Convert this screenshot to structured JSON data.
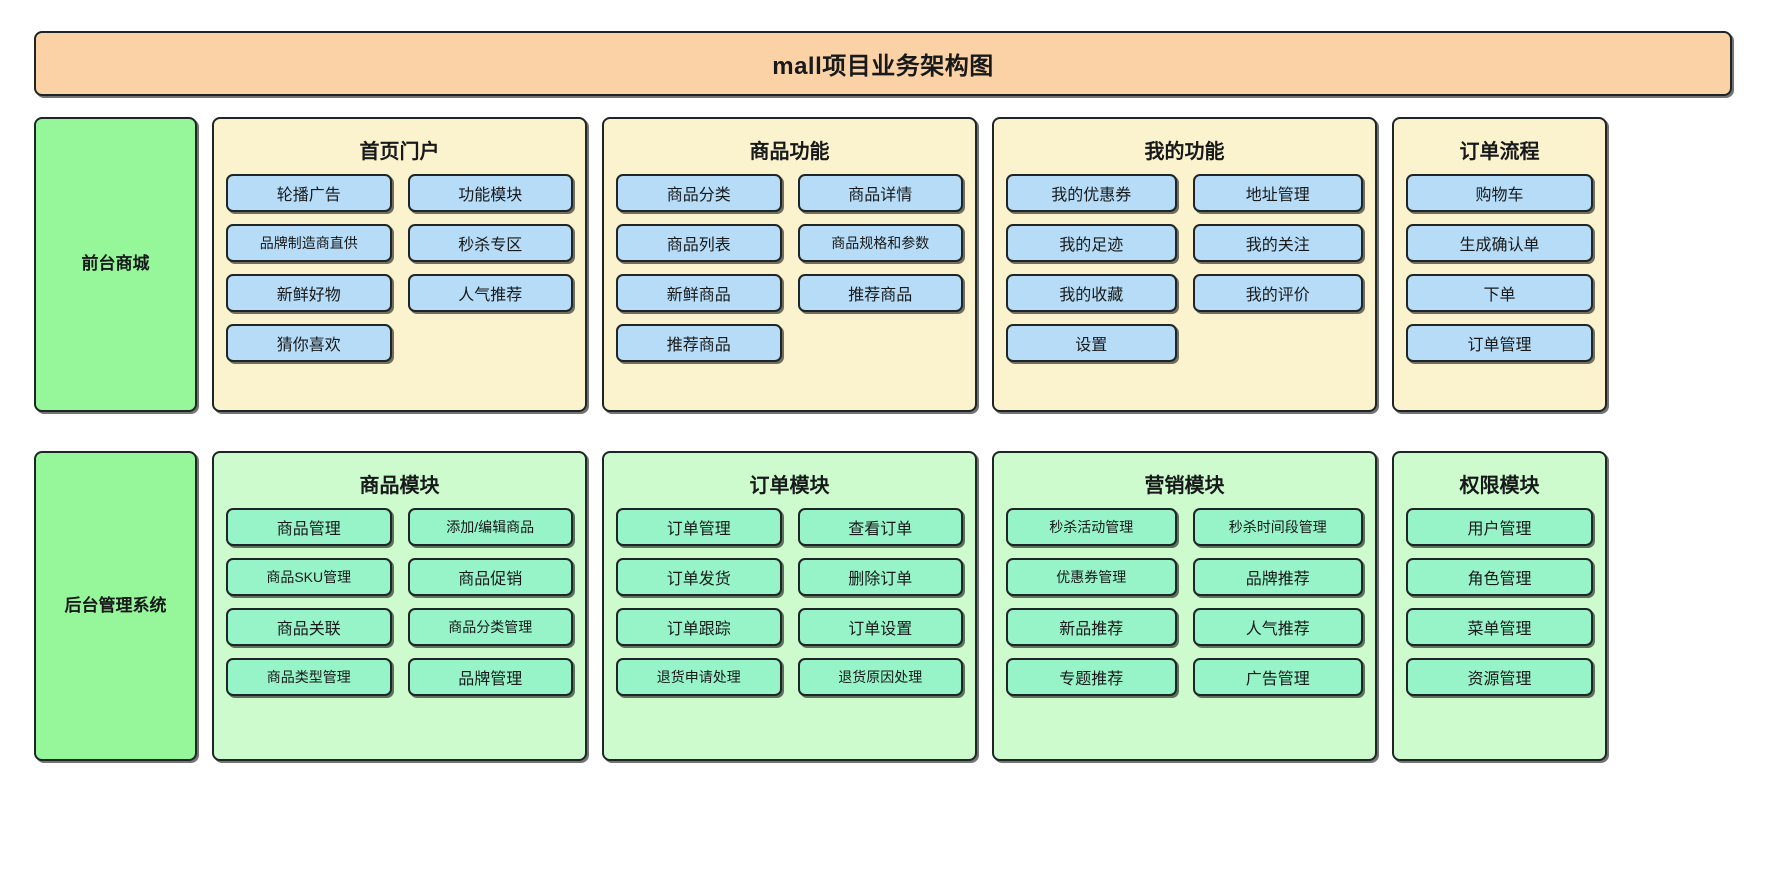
{
  "header": {
    "title": "mall项目业务架构图",
    "banner_color": "#fbd2a5"
  },
  "colors": {
    "banner": "#fbd2a5",
    "side_label": "#96f79a",
    "front_panel": "#fbf3ce",
    "front_item": "#b6dcf7",
    "admin_panel": "#cdfbcd",
    "admin_item": "#97f3c8",
    "border": "#1f2527"
  },
  "rows": [
    {
      "label": "前台商城",
      "panels": [
        {
          "title": "首页门户",
          "columns": 2,
          "items": [
            "轮播广告",
            "功能模块",
            "品牌制造商直供",
            "秒杀专区",
            "新鲜好物",
            "人气推荐",
            "猜你喜欢"
          ]
        },
        {
          "title": "商品功能",
          "columns": 2,
          "items": [
            "商品分类",
            "商品详情",
            "商品列表",
            "商品规格和参数",
            "新鲜商品",
            "推荐商品",
            "推荐商品"
          ]
        },
        {
          "title": "我的功能",
          "columns": 2,
          "items": [
            "我的优惠券",
            "地址管理",
            "我的足迹",
            "我的关注",
            "我的收藏",
            "我的评价",
            "设置"
          ]
        },
        {
          "title": "订单流程",
          "columns": 1,
          "items": [
            "购物车",
            "生成确认单",
            "下单",
            "订单管理"
          ]
        }
      ]
    },
    {
      "label": "后台管理系统",
      "panels": [
        {
          "title": "商品模块",
          "columns": 2,
          "items": [
            "商品管理",
            "添加/编辑商品",
            "商品SKU管理",
            "商品促销",
            "商品关联",
            "商品分类管理",
            "商品类型管理",
            "品牌管理"
          ]
        },
        {
          "title": "订单模块",
          "columns": 2,
          "items": [
            "订单管理",
            "查看订单",
            "订单发货",
            "删除订单",
            "订单跟踪",
            "订单设置",
            "退货申请处理",
            "退货原因处理"
          ]
        },
        {
          "title": "营销模块",
          "columns": 2,
          "items": [
            "秒杀活动管理",
            "秒杀时间段管理",
            "优惠券管理",
            "品牌推荐",
            "新品推荐",
            "人气推荐",
            "专题推荐",
            "广告管理"
          ]
        },
        {
          "title": "权限模块",
          "columns": 1,
          "items": [
            "用户管理",
            "角色管理",
            "菜单管理",
            "资源管理"
          ]
        }
      ]
    }
  ]
}
